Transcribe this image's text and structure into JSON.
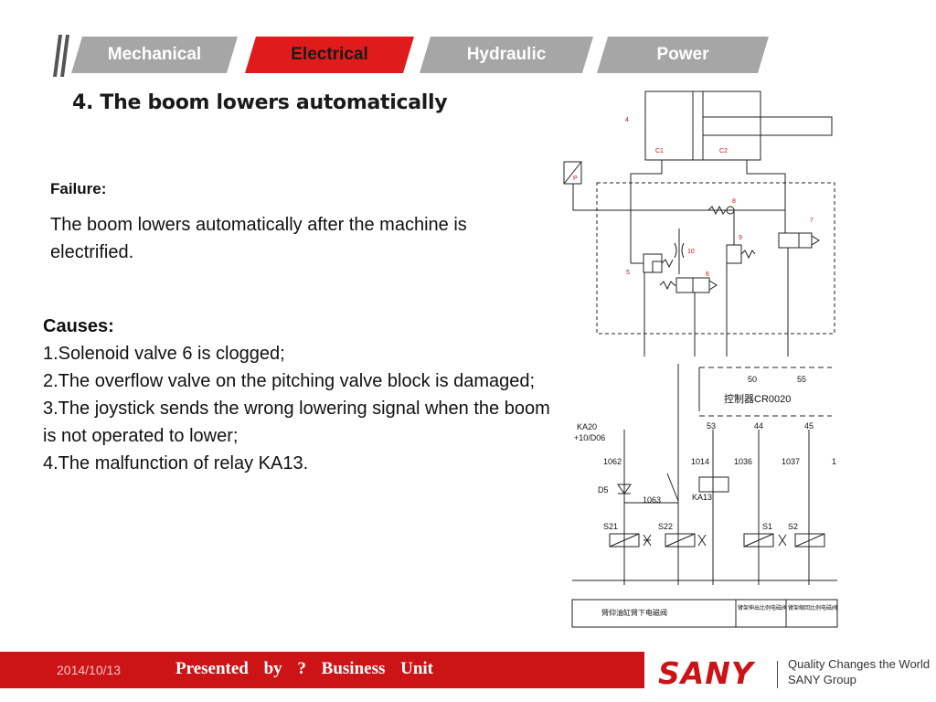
{
  "tabs": [
    {
      "label": "Mechanical",
      "active": false
    },
    {
      "label": "Electrical",
      "active": true
    },
    {
      "label": "Hydraulic",
      "active": false
    },
    {
      "label": "Power",
      "active": false
    }
  ],
  "colors": {
    "tab_inactive": "#a6a6a6",
    "tab_active": "#e01b1b",
    "brand_red": "#cc1417"
  },
  "title": "4. The boom lowers automatically",
  "failure": {
    "heading": "Failure:",
    "text": "The boom lowers automatically after the machine is electrified."
  },
  "causes": {
    "heading": "Causes:",
    "items": [
      "1.Solenoid valve 6 is clogged;",
      "2.The overflow valve on the pitching valve block is damaged;",
      "3.The joystick sends the wrong lowering signal when the boom is not operated to lower;",
      "4.The malfunction of relay KA13."
    ]
  },
  "hydraulic_diagram": {
    "labels": {
      "cylinder": "4",
      "c1": "C1",
      "c2": "C2",
      "valve8": "8",
      "valve7": "7",
      "valve9": "9",
      "orifice10": "10",
      "valve5": "5",
      "valve6": "6",
      "sensor": "P"
    }
  },
  "electrical_diagram": {
    "controller": "控制器CR0020",
    "pins": [
      "50",
      "55",
      "53",
      "44",
      "45"
    ],
    "ka_label_1": "KA20",
    "ka_label_2": "+10/D06",
    "wires": [
      "1062",
      "1014",
      "1036",
      "1037",
      "1"
    ],
    "d5": "D5",
    "wire_1063": "1063",
    "ka13": "KA13",
    "coils": [
      "S21",
      "S22",
      "S1",
      "S2"
    ],
    "table": [
      "臂仰油缸臂下电磁阀",
      "臂架伸出比例电磁阀",
      "臂架缩回比例电磁阀"
    ]
  },
  "footer": {
    "date": "2014/10/13",
    "presented": "Presented by ? Business Unit",
    "logo": "SANY",
    "slogan_1": "Quality Changes the World",
    "slogan_2": "SANY Group"
  }
}
